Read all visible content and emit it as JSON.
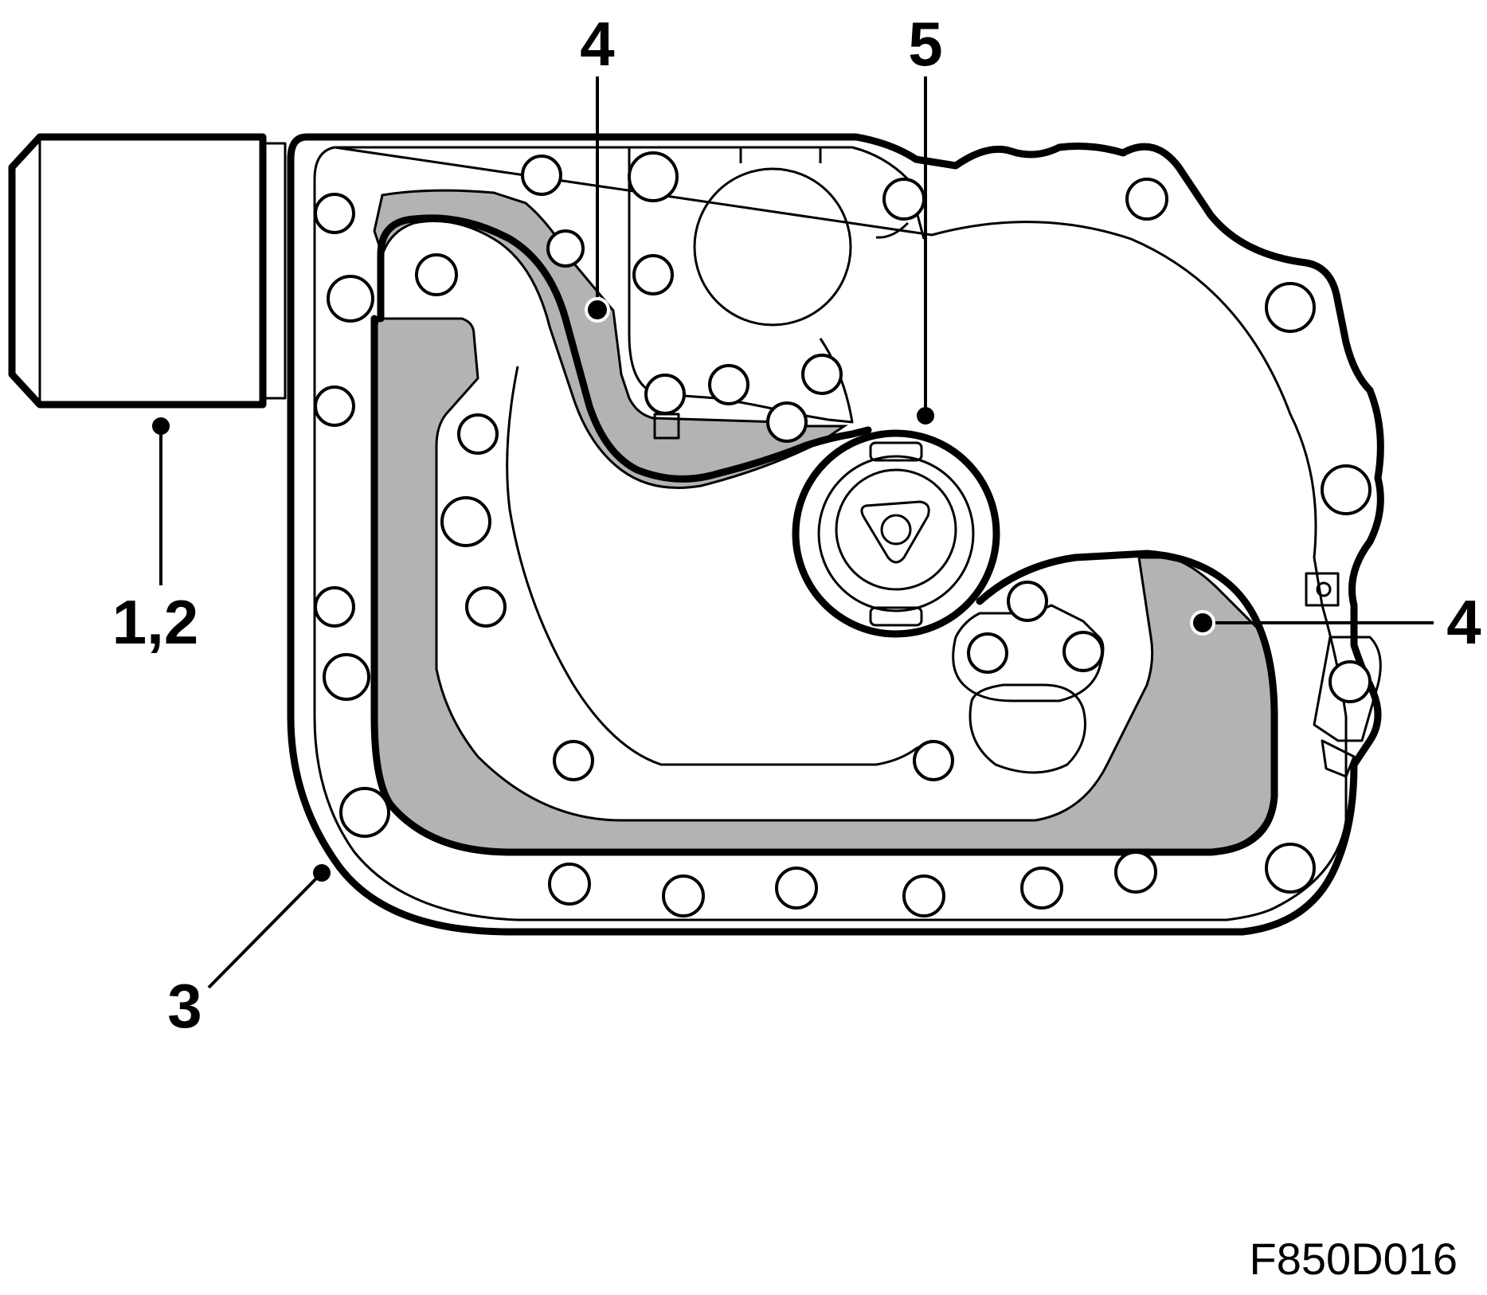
{
  "callouts": [
    {
      "id": "c12",
      "label": "1,2"
    },
    {
      "id": "c3",
      "label": "3"
    },
    {
      "id": "c4a",
      "label": "4"
    },
    {
      "id": "c5",
      "label": "5"
    },
    {
      "id": "c4b",
      "label": "4"
    }
  ],
  "figure_code": "F850D016",
  "colors": {
    "line": "#000000",
    "sealant": "#b3b3b3",
    "background": "#ffffff"
  }
}
